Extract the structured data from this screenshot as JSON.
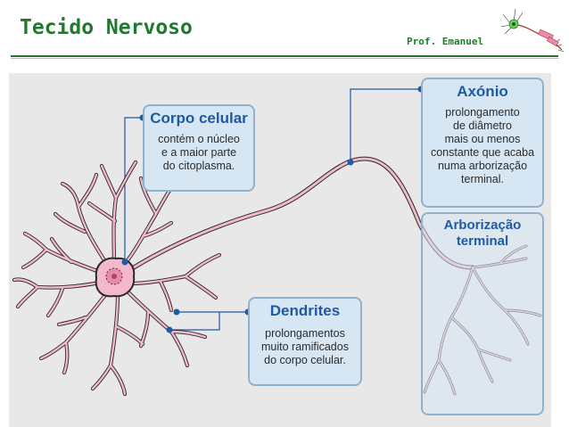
{
  "header": {
    "title": "Tecido Nervoso",
    "author": "Prof. Emanuel"
  },
  "boxes": {
    "corpo": {
      "title": "Corpo celular",
      "lines": [
        "contém o núcleo",
        "e a maior parte",
        "do citoplasma."
      ]
    },
    "axonio": {
      "title": "Axónio",
      "lines": [
        "prolongamento",
        "de diâmetro",
        "mais ou menos",
        "constante que acaba",
        "numa arborização",
        "terminal."
      ]
    },
    "arborizacao": {
      "title_lines": [
        "Arborização",
        "terminal"
      ]
    },
    "dendrites": {
      "title": "Dendrites",
      "lines": [
        "prolongamentos",
        "muito ramificados",
        "do corpo celular."
      ]
    }
  },
  "colors": {
    "title_green": "#1f7a2e",
    "panel_bg": "#e8e8e8",
    "box_bg": "#d6e6f2",
    "box_border": "#8eb2cf",
    "heading_blue": "#1f5aa6",
    "neuron_fill": "#f4b8cc",
    "neuron_outline": "#2a2a2a",
    "pointer_blue": "#1f5aa6"
  }
}
